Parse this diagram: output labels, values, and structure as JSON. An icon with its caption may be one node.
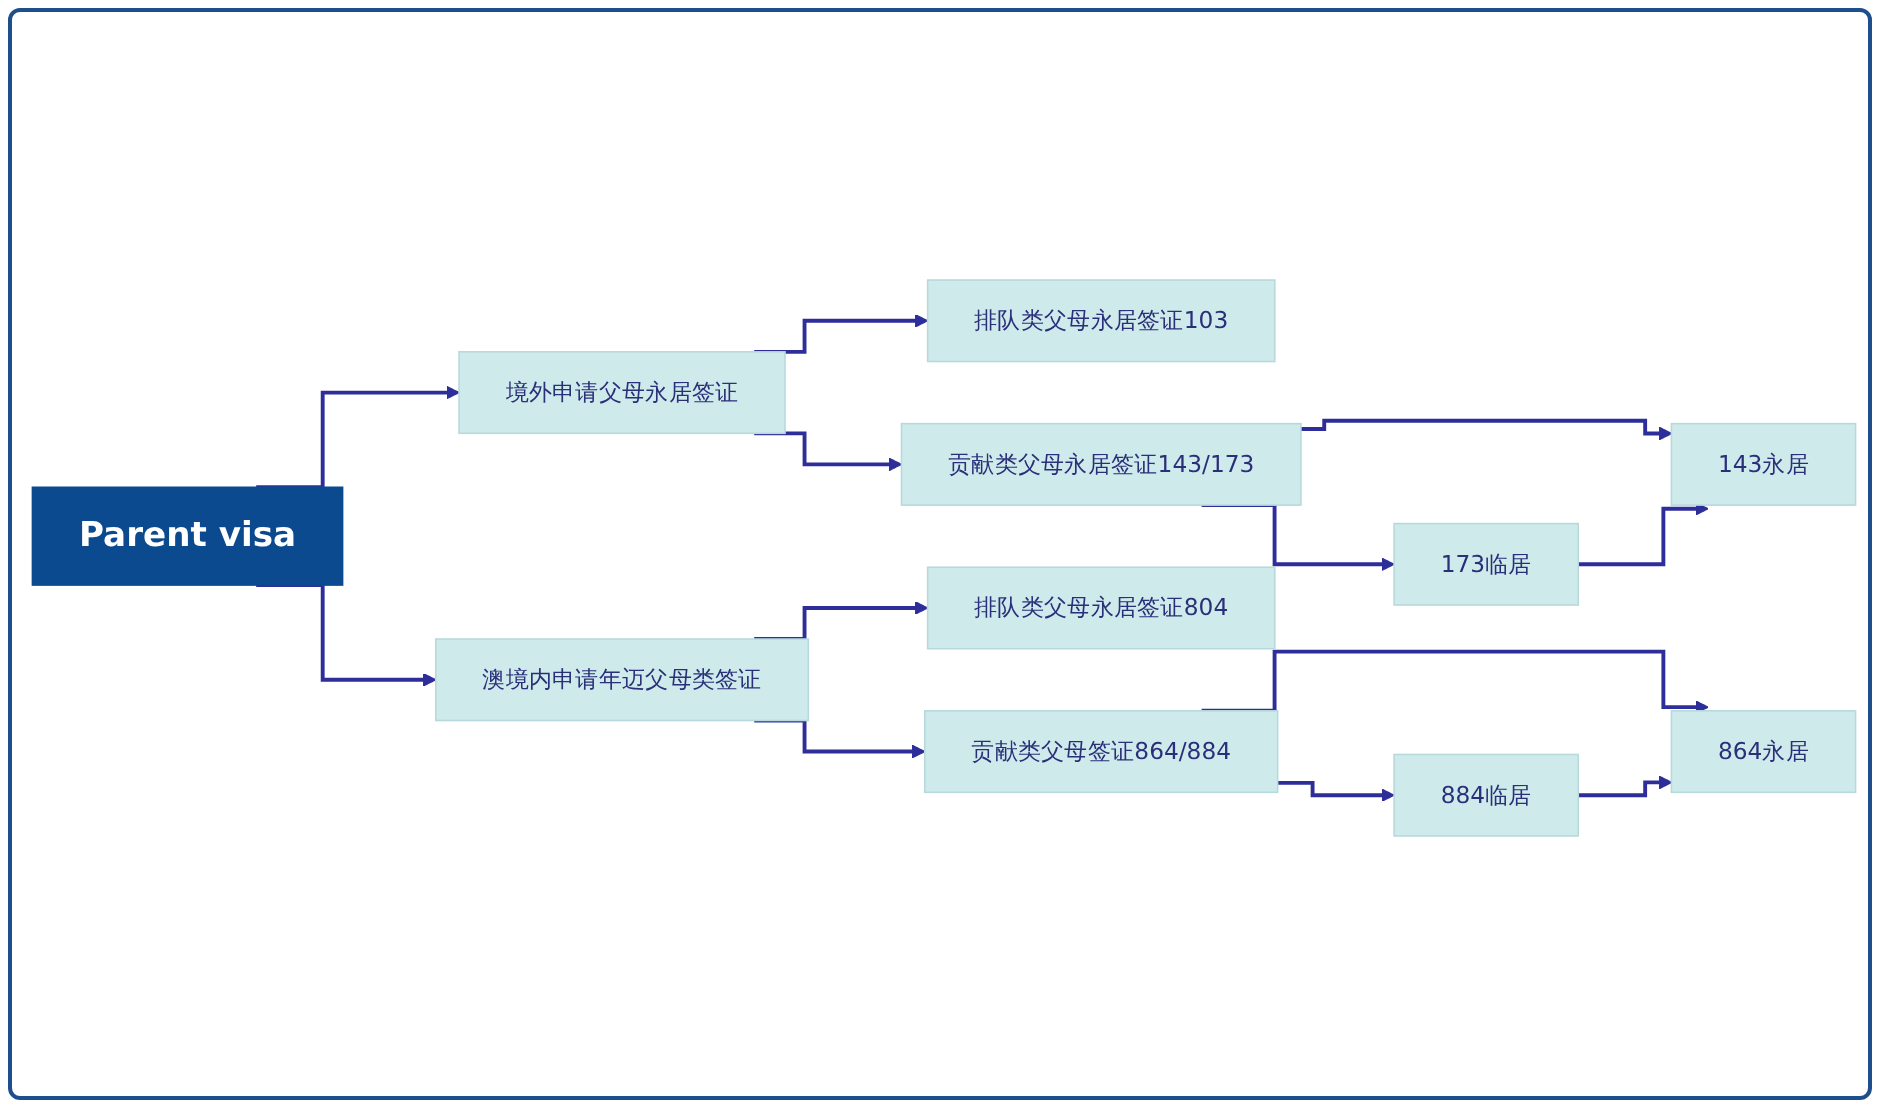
{
  "diagram": {
    "nodes": [
      {
        "text": [
          "Parent visa"
        ]
      },
      {
        "text": [
          "境外申请父母永居签证"
        ]
      },
      {
        "text": [
          "排队类父母永居签证103"
        ]
      },
      {
        "text": [
          "贡献类父母永居签证143/173"
        ]
      },
      {
        "text": [
          "143永居"
        ]
      },
      {
        "text": [
          "173临居"
        ]
      },
      {
        "text": [
          "澳境内申请年迈父母类签证"
        ]
      },
      {
        "text": [
          "排队类父母永居签证804"
        ]
      },
      {
        "text": [
          "贡献类父母签证864/884"
        ]
      },
      {
        "text": [
          "864永居"
        ]
      },
      {
        "text": [
          "884临居"
        ]
      }
    ],
    "edges": [
      {
        "from": 0,
        "to": 1,
        "arrow": "to"
      },
      {
        "from": 0,
        "to": 6,
        "arrow": "to"
      },
      {
        "from": 1,
        "to": 2,
        "arrow": "to"
      },
      {
        "from": 1,
        "to": 3,
        "arrow": "to"
      },
      {
        "from": 3,
        "to": 4,
        "arrow": "to"
      },
      {
        "from": 3,
        "to": 5,
        "arrow": "to"
      },
      {
        "from": 5,
        "to": 4,
        "arrow": "to"
      },
      {
        "from": 6,
        "to": 7,
        "arrow": "to"
      },
      {
        "from": 6,
        "to": 8,
        "arrow": "to"
      },
      {
        "from": 8,
        "to": 9,
        "arrow": "to"
      },
      {
        "from": 8,
        "to": 10,
        "arrow": "to"
      },
      {
        "from": 10,
        "to": 9,
        "arrow": "to"
      }
    ]
  }
}
